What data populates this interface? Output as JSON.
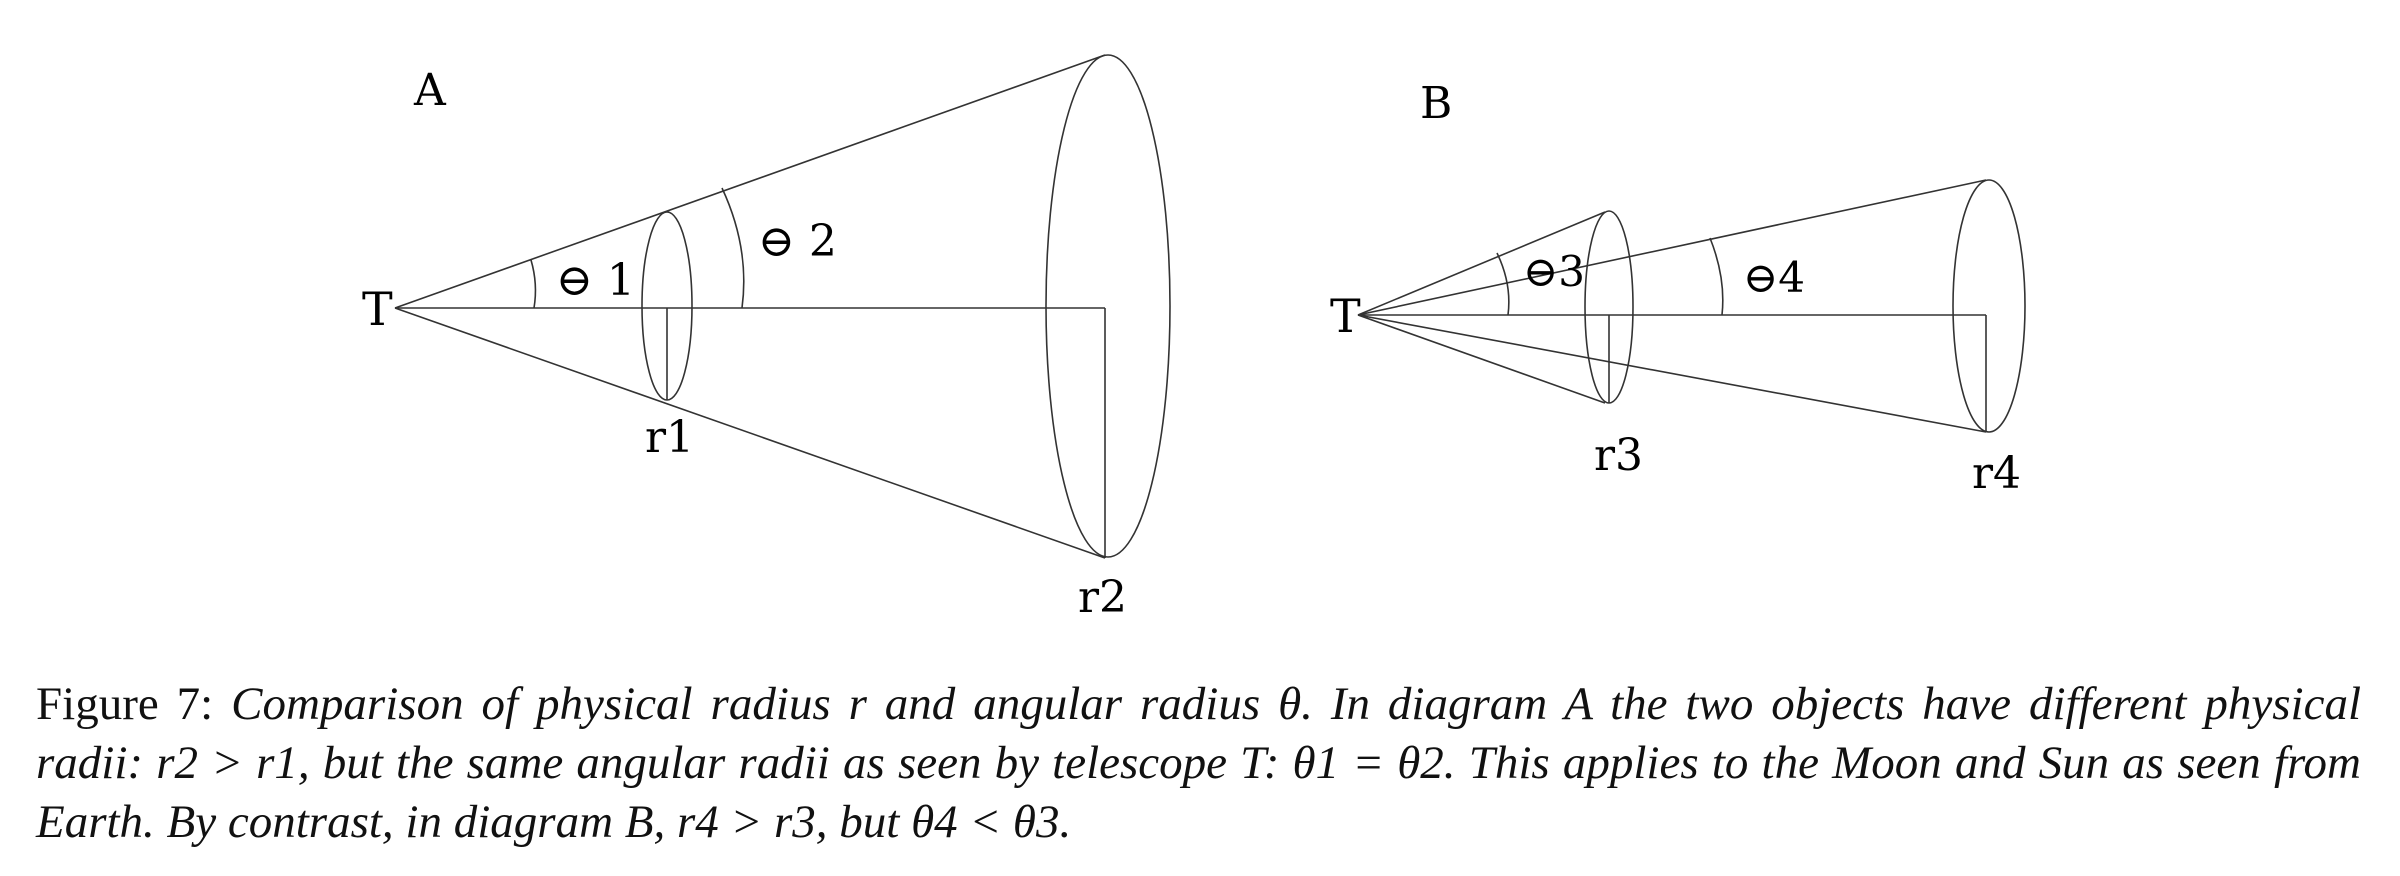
{
  "diagram_a": {
    "label": "A",
    "telescope": "T",
    "angle_1": "⊖ 1",
    "angle_2": "⊖ 2",
    "radius_1": "r1",
    "radius_2": "r2"
  },
  "diagram_b": {
    "label": "B",
    "telescope": "T",
    "angle_3": "⊖3",
    "angle_4": "⊖4",
    "radius_3": "r3",
    "radius_4": "r4"
  },
  "caption": {
    "prefix": "Figure 7:",
    "text": "Comparison of physical radius r and angular radius θ. In diagram A the two objects have different physical radii: r2 > r1, but the same angular radii as seen by telescope T: θ1 = θ2. This applies to the Moon and Sun as seen from Earth. By contrast, in diagram B, r4 > r3, but θ4 < θ3."
  }
}
